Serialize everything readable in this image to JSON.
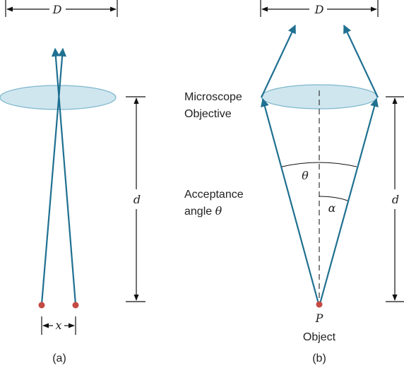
{
  "colors": {
    "ray": "#1f7091",
    "lens_fill": "#cfe6ef",
    "lens_edge": "#7eb7cc",
    "point": "#c44a43",
    "dim_line": "#111111",
    "text": "#222222"
  },
  "panel_a": {
    "diameter_label": "D",
    "distance_label": "d",
    "separation_label": "x",
    "caption": "(a)"
  },
  "panel_b": {
    "diameter_label": "D",
    "distance_label": "d",
    "objective_label": [
      "Microscope",
      "Objective"
    ],
    "acceptance_label": [
      "Acceptance",
      "angle "
    ],
    "acceptance_symbol": "θ",
    "theta_label": "θ",
    "alpha_label": "α",
    "point_label": "P",
    "object_label": "Object",
    "caption": "(b)"
  }
}
